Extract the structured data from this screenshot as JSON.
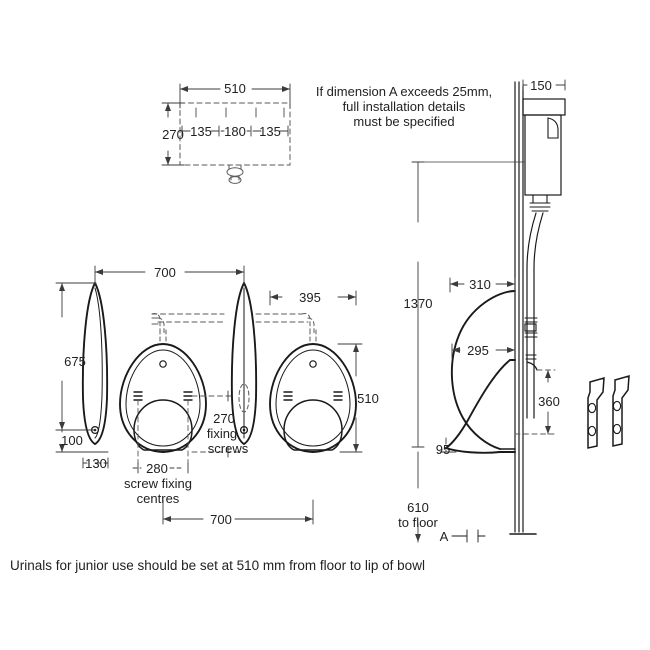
{
  "drawing": {
    "title": "Urinal bowl installation dimension drawing",
    "units": "mm",
    "caption": "Urinals for junior use should be set at 510 mm from floor to lip of bowl",
    "note_lines": [
      "If dimension A exceeds 25mm,",
      "full installation details",
      "must be specified"
    ],
    "marker_a": "A"
  },
  "cistern_plan": {
    "width_total": "510",
    "seg_left": "135",
    "seg_mid": "180",
    "seg_right": "135",
    "height": "270"
  },
  "front_elevation": {
    "overall_width_top": "700",
    "overall_width_bottom": "700",
    "bowl_height": "675",
    "bowl_base": "100",
    "side_offset": "130",
    "bowl_to_bowl": "395",
    "bowl_lip_height": "510",
    "fixing_height": "270",
    "fixing_height_label_1": "fixing",
    "fixing_height_label_2": "screws",
    "screw_centres": "280",
    "screw_centres_label_1": "screw fixing",
    "screw_centres_label_2": "centres"
  },
  "side_elevation": {
    "cistern_depth": "150",
    "cistern_to_base": "1370",
    "bowl_projection": "310",
    "bowl_inner": "295",
    "fixing_from_base": "360",
    "base_projection": "95",
    "floor_dim": "610",
    "floor_dim_label": "to floor"
  },
  "colors": {
    "line": "#1a1a1a",
    "dim": "#3b3b3b",
    "hidden": "#5a5a5a",
    "paper": "#ffffff"
  }
}
